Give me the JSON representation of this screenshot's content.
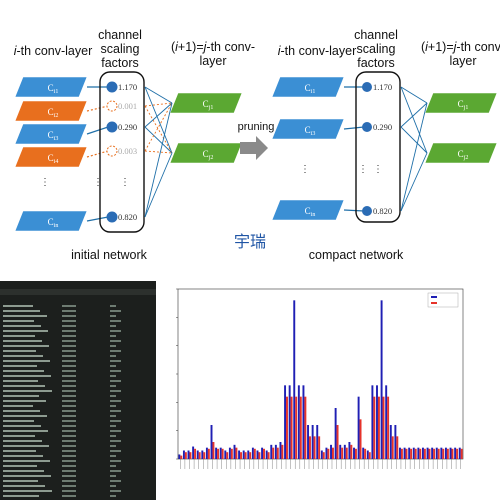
{
  "diagram": {
    "left_title": "i-th conv-layer",
    "scaling_title": "channel scaling factors",
    "right_title": "(i+1)=j-th conv-layer",
    "pruning_label": "pruning",
    "initial_label": "initial network",
    "compact_label": "compact network",
    "center_chars": "宇瑞",
    "initial_channels": [
      "C_i1",
      "C_i2",
      "C_i3",
      "C_i4",
      "C_in"
    ],
    "initial_factors": [
      "1.170",
      "0.001",
      "0.290",
      "0.003",
      "0.820"
    ],
    "compact_channels": [
      "C_i1",
      "C_i3",
      "C_in"
    ],
    "compact_factors": [
      "1.170",
      "0.290",
      "0.820"
    ],
    "next_channels": [
      "C_j1",
      "C_j2"
    ],
    "colors": {
      "kept": "#3b8fd4",
      "pruned": "#e86f1e",
      "next": "#5ba832",
      "bracket": "#111111"
    }
  },
  "console": {
    "header": "",
    "rows": 40
  },
  "chart_data": {
    "type": "bar",
    "title": "",
    "xlabel": "",
    "ylabel": "",
    "legend": "top-right",
    "colors": [
      "#1f1fb4",
      "#e6332a"
    ],
    "series": [
      {
        "values": [
          8,
          15,
          15,
          22,
          15,
          15,
          20,
          60,
          20,
          20,
          15,
          20,
          25,
          15,
          15,
          15,
          20,
          15,
          20,
          15,
          25,
          25,
          30,
          130,
          130,
          280,
          130,
          130,
          60,
          60,
          60,
          15,
          20,
          25,
          90,
          25,
          25,
          30,
          20,
          110,
          20,
          15,
          130,
          130,
          280,
          130,
          60,
          60,
          20,
          20,
          20,
          20,
          20,
          20,
          20,
          20,
          20,
          20,
          20,
          20,
          20,
          20
        ]
      },
      {
        "values": [
          6,
          12,
          12,
          18,
          12,
          12,
          18,
          30,
          18,
          18,
          12,
          18,
          20,
          12,
          12,
          12,
          18,
          12,
          18,
          12,
          20,
          20,
          25,
          110,
          110,
          110,
          110,
          110,
          40,
          40,
          40,
          12,
          18,
          20,
          60,
          20,
          20,
          25,
          18,
          70,
          18,
          12,
          110,
          110,
          110,
          110,
          40,
          40,
          18,
          18,
          18,
          18,
          18,
          18,
          18,
          18,
          18,
          18,
          18,
          18,
          18,
          18
        ]
      }
    ],
    "ylim": [
      0,
      300
    ]
  }
}
